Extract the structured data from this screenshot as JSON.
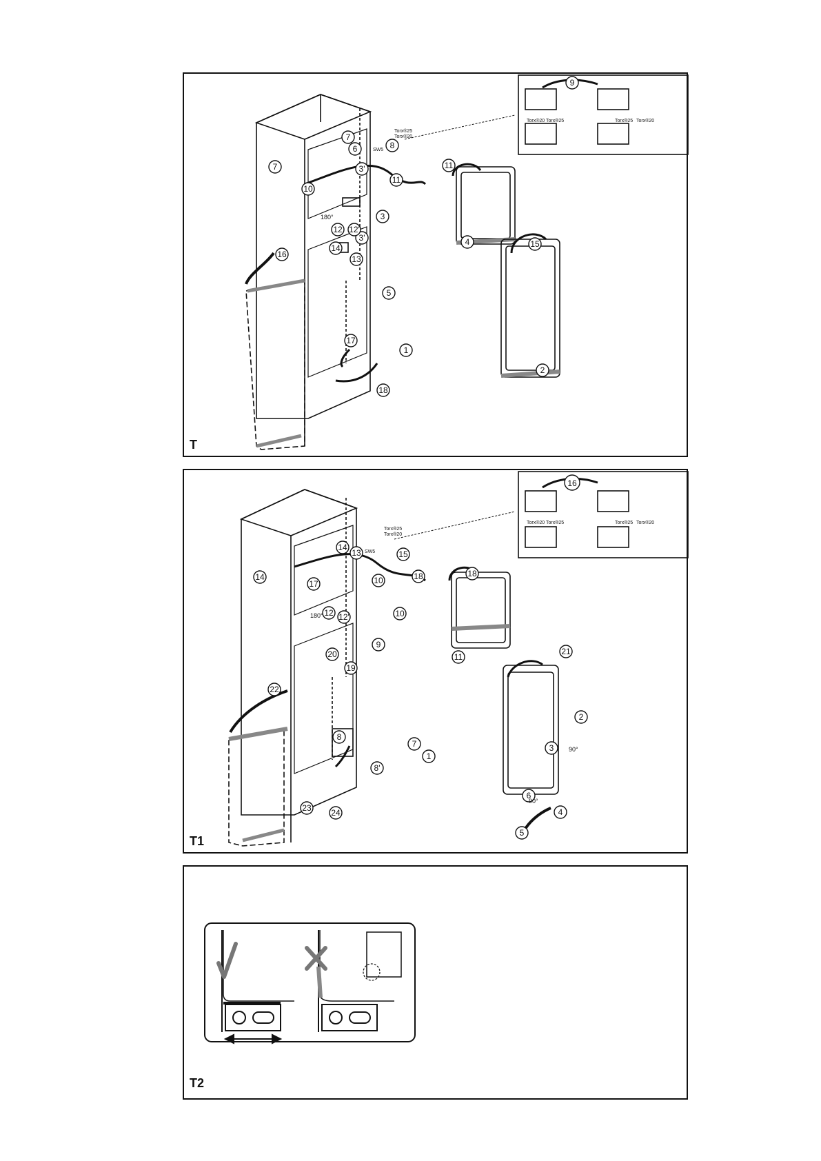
{
  "panels": {
    "t": {
      "label": "T",
      "step_numbers": [
        "1",
        "2",
        "3",
        "3'",
        "3'",
        "4",
        "5",
        "6",
        "7",
        "7",
        "8",
        "9",
        "10",
        "11",
        "11",
        "12",
        "12'",
        "13",
        "14",
        "15",
        "16",
        "17",
        "18"
      ],
      "torx_labels": [
        "Torx®25",
        "Torx®20",
        "Torx®20",
        "Torx®25",
        "Torx®25",
        "Torx®20"
      ],
      "sw5_label": "SW5",
      "angle_label": "180°"
    },
    "t1": {
      "label": "T1",
      "step_numbers": [
        "1",
        "2",
        "3",
        "4",
        "5",
        "6",
        "7",
        "8",
        "8'",
        "9",
        "10",
        "10",
        "11",
        "12",
        "12'",
        "13",
        "14",
        "14",
        "15",
        "16",
        "17",
        "18",
        "18",
        "19",
        "20",
        "21",
        "22",
        "23",
        "24"
      ],
      "torx_labels": [
        "Torx®25",
        "Torx®20",
        "Torx®20",
        "Torx®25",
        "Torx®25",
        "Torx®20"
      ],
      "sw5_label": "SW5",
      "angle_labels": [
        "180°",
        "90°",
        "90°"
      ]
    },
    "t2": {
      "label": "T2"
    }
  }
}
